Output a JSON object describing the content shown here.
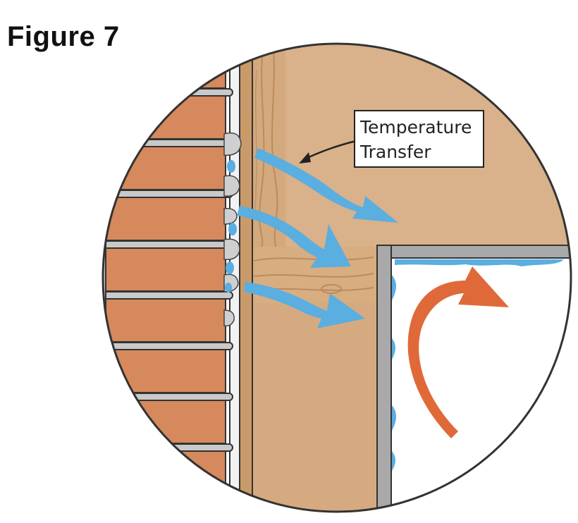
{
  "figure": {
    "title": "Figure 7"
  },
  "callout": {
    "line1": "Temperature",
    "line2": "Transfer"
  },
  "colors": {
    "brick": "#d6895c",
    "mortar": "#c9c9c9",
    "wood_light": "#d9b18a",
    "wood_mid": "#d2a67b",
    "wood_grain": "#b98c5f",
    "steel": "#a9a9a9",
    "heat_arrow": "#5aaee0",
    "airflow_arrow": "#e0693a",
    "outline": "#333333"
  }
}
